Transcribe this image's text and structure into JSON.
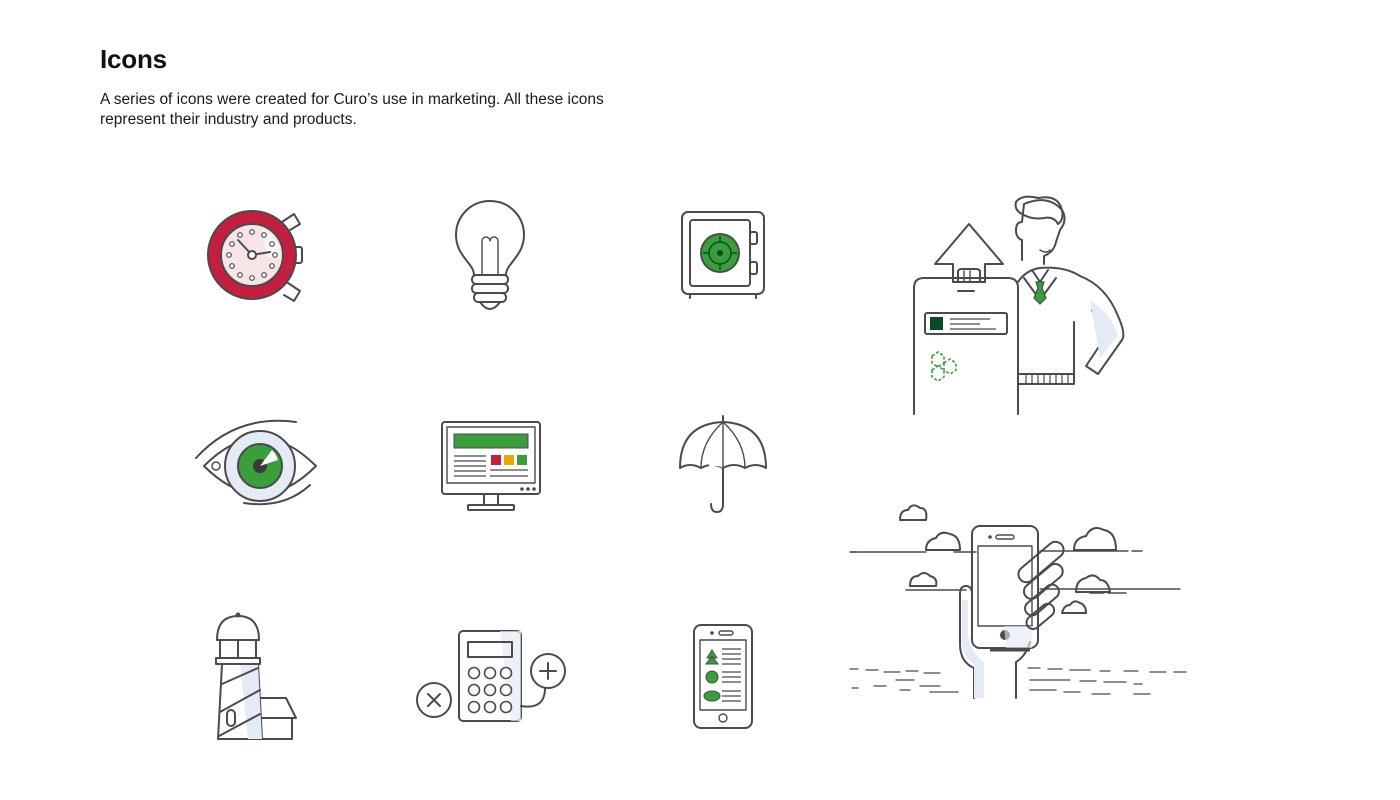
{
  "page": {
    "title": "Icons",
    "description": "A series of icons were created for Curo’s use in marketing. All these icons represent their industry and products."
  },
  "icons": [
    {
      "id": "stopwatch",
      "name": "stopwatch-icon"
    },
    {
      "id": "lightbulb",
      "name": "lightbulb-icon"
    },
    {
      "id": "safe",
      "name": "safe-icon"
    },
    {
      "id": "eye",
      "name": "eye-icon"
    },
    {
      "id": "monitor",
      "name": "monitor-icon"
    },
    {
      "id": "umbrella",
      "name": "umbrella-icon"
    },
    {
      "id": "lighthouse",
      "name": "lighthouse-icon"
    },
    {
      "id": "calculator",
      "name": "calculator-icon"
    },
    {
      "id": "smartphone",
      "name": "smartphone-icon"
    }
  ],
  "illustrations": [
    {
      "id": "businessman",
      "name": "businessman-with-phone-illustration"
    },
    {
      "id": "hand-phone",
      "name": "hand-holding-phone-illustration"
    }
  ],
  "colors": {
    "stroke": "#4b4b4f",
    "red": "#c41f3e",
    "yellow": "#e8a900",
    "green": "#3a9e3a",
    "dark_green": "#0c4a24",
    "light_blue": "#e4ebf5",
    "light_gray": "#eeeeee"
  }
}
